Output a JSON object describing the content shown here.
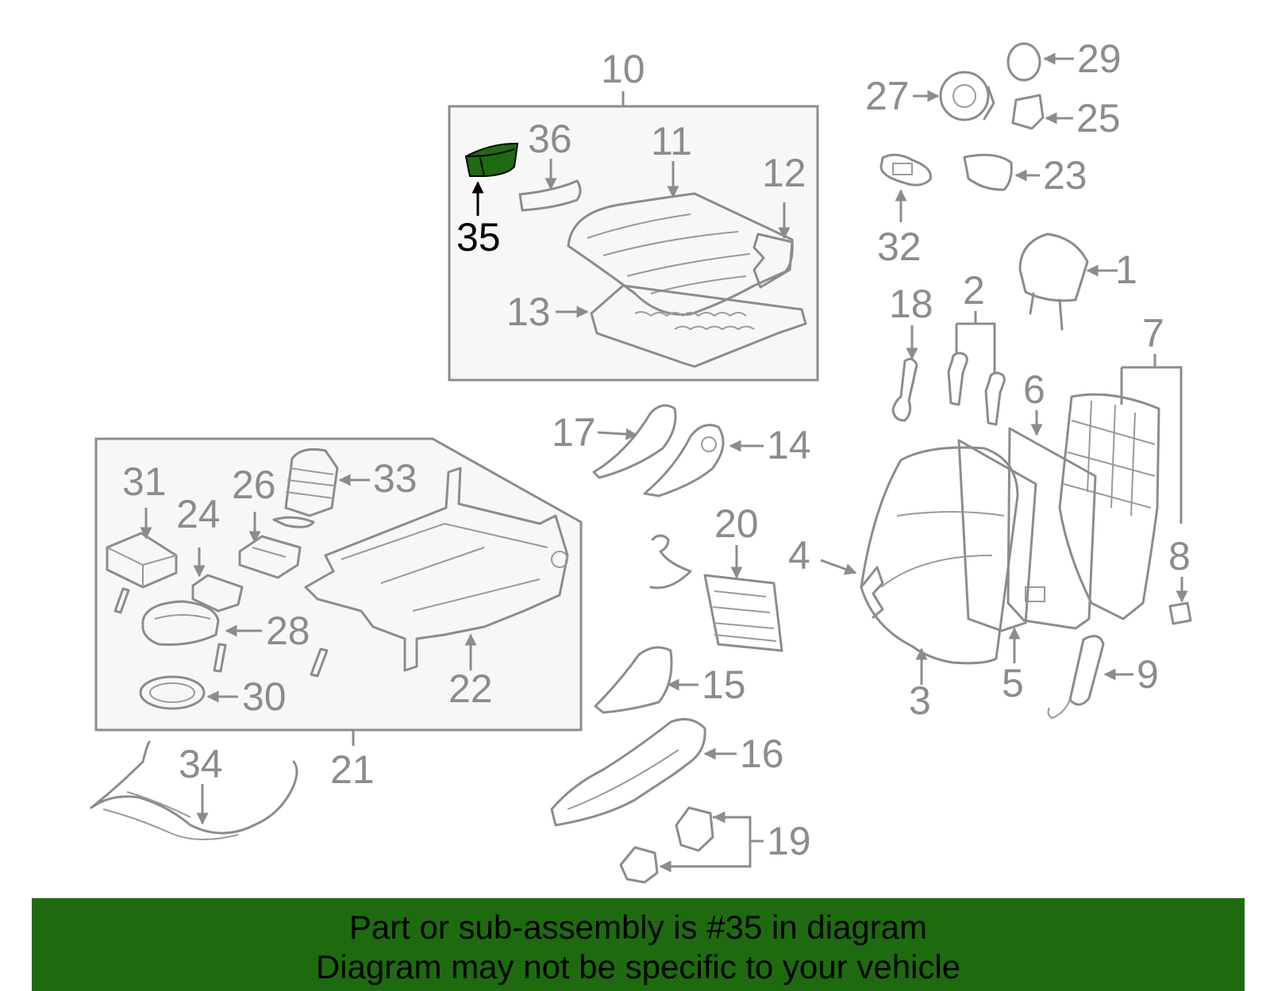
{
  "colors": {
    "accent": "#1e6b0f",
    "part_line": "#8c8c8c",
    "footer_text": "#000000"
  },
  "highlighted_part": "35",
  "labels": {
    "p1": "1",
    "p2": "2",
    "p3": "3",
    "p4": "4",
    "p5": "5",
    "p6": "6",
    "p7": "7",
    "p8": "8",
    "p9": "9",
    "p10": "10",
    "p11": "11",
    "p12": "12",
    "p13": "13",
    "p14": "14",
    "p15": "15",
    "p16": "16",
    "p17": "17",
    "p18": "18",
    "p19": "19",
    "p20": "20",
    "p21": "21",
    "p22": "22",
    "p23": "23",
    "p24": "24",
    "p25": "25",
    "p26": "26",
    "p27": "27",
    "p28": "28",
    "p29": "29",
    "p30": "30",
    "p31": "31",
    "p32": "32",
    "p33": "33",
    "p34": "34",
    "p35": "35",
    "p36": "36"
  },
  "footer": {
    "line1": "Part or sub-assembly is #35 in diagram",
    "line2": "Diagram may not be specific to your vehicle"
  }
}
